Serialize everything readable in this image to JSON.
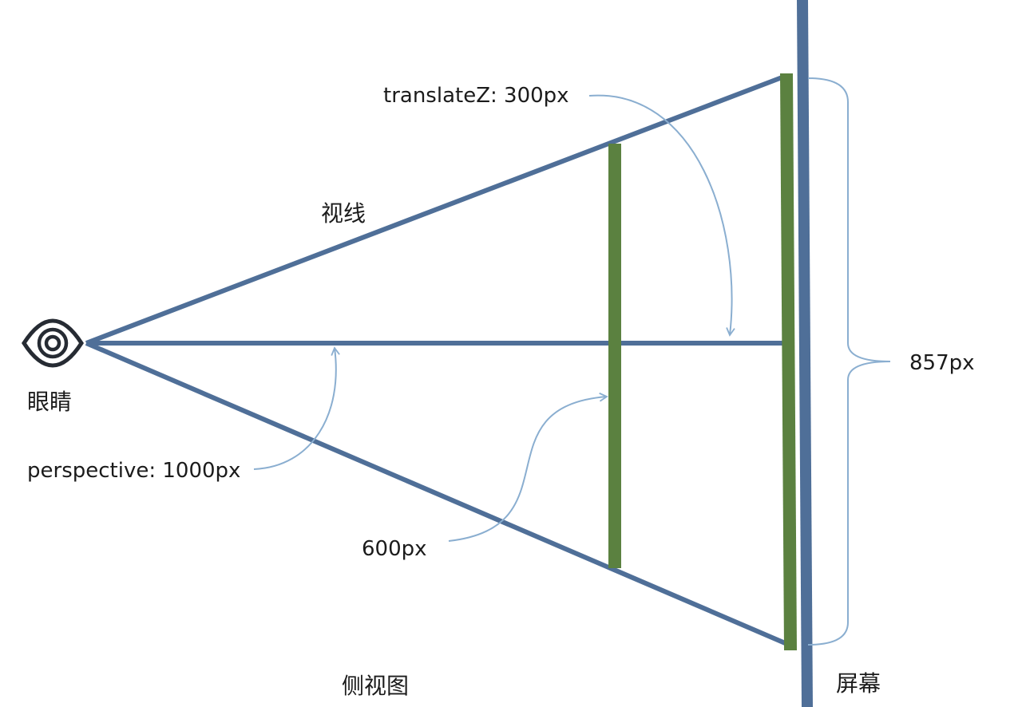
{
  "labels": {
    "sight_line": "视线",
    "eye": "眼睛",
    "perspective": "perspective: 1000px",
    "translate_z": "translateZ: 300px",
    "element_size": "600px",
    "projected_size": "857px",
    "side_view": "侧视图",
    "screen": "屏幕"
  },
  "icons": {
    "eye": "eye-icon"
  },
  "colors": {
    "sight_lines": "#4f6f98",
    "element": "#5b8140",
    "annotation_arrow": "#8aaed0",
    "text": "#1b1b1b"
  }
}
